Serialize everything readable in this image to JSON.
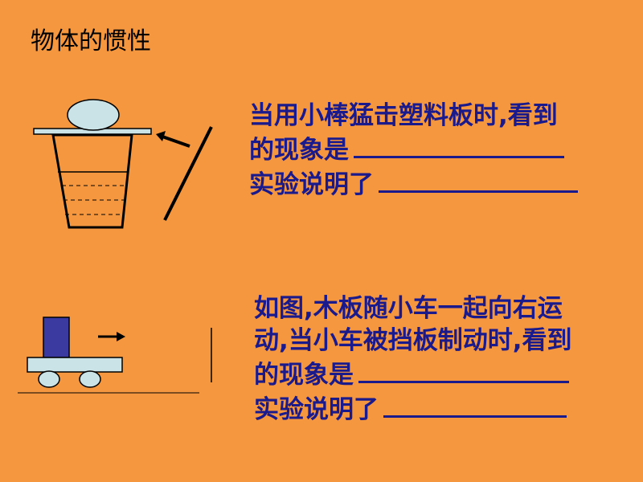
{
  "title": "物体的惯性",
  "q1": {
    "lines": [
      "当用小棒猛击塑料板时,看到",
      "的现象是",
      "实验说明了"
    ]
  },
  "q2": {
    "lines": [
      "如图,木板随小车一起向右运",
      "动,当小车被挡板制动时,看到",
      "的现象是",
      "实验说明了"
    ]
  },
  "colors": {
    "background": "#f5973f",
    "question_text": "#1a1a8c",
    "plate_fill": "#c9e3e6",
    "block_fill": "#3a3aa0"
  }
}
